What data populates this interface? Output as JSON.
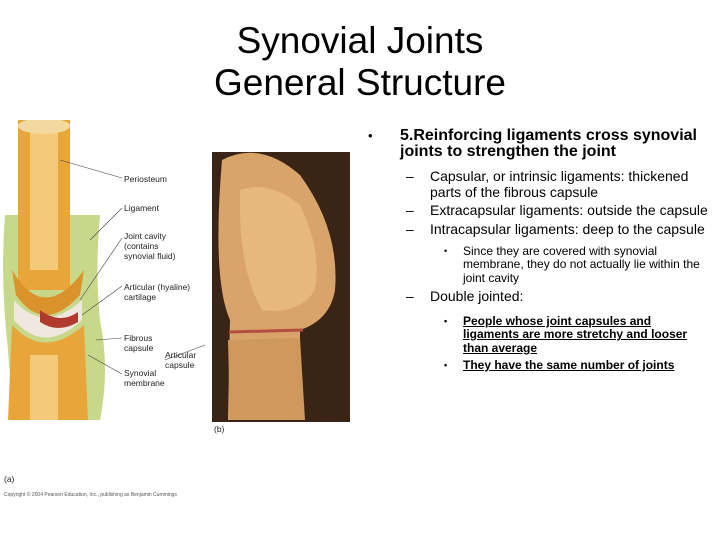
{
  "title": {
    "line1": "Synovial Joints",
    "line2": "General Structure"
  },
  "figure": {
    "labels": {
      "periosteum": "Periosteum",
      "ligament": "Ligament",
      "joint_cavity_1": "Joint cavity",
      "joint_cavity_2": "(contains",
      "joint_cavity_3": "synovial fluid)",
      "articular_cart_1": "Articular (hyaline)",
      "articular_cart_2": "cartilage",
      "fibrous_capsule_1": "Fibrous",
      "fibrous_capsule_2": "capsule",
      "articular_capsule_1": "Articular",
      "articular_capsule_2": "capsule",
      "synovial_membrane_1": "Synovial",
      "synovial_membrane_2": "membrane",
      "panel_a": "(a)",
      "panel_b": "(b)",
      "credit": "Copyright © 2004 Pearson Education, Inc., publishing as Benjamin Cummings"
    }
  },
  "content": {
    "bullet_mark": "•",
    "dash_mark": "–",
    "main_point": "5.Reinforcing ligaments cross synovial joints to strengthen the joint",
    "items": [
      {
        "term": "Capsular, or intrinsic ligaments",
        "desc": ": thickened parts of the fibrous capsule"
      },
      {
        "term": "Extracapsular ligaments",
        "desc": ": outside the capsule"
      },
      {
        "term": "Intracapsular ligaments",
        "desc": ": deep to the capsule"
      }
    ],
    "intracapsular_note": "Since they are covered with synovial membrane, they do not actually lie within the joint cavity",
    "double_jointed": {
      "term": "Double jointed",
      "desc": ":"
    },
    "double_jointed_notes": [
      "People whose joint capsules and ligaments are more stretchy and looser than average",
      "They have the same number of joints"
    ]
  }
}
